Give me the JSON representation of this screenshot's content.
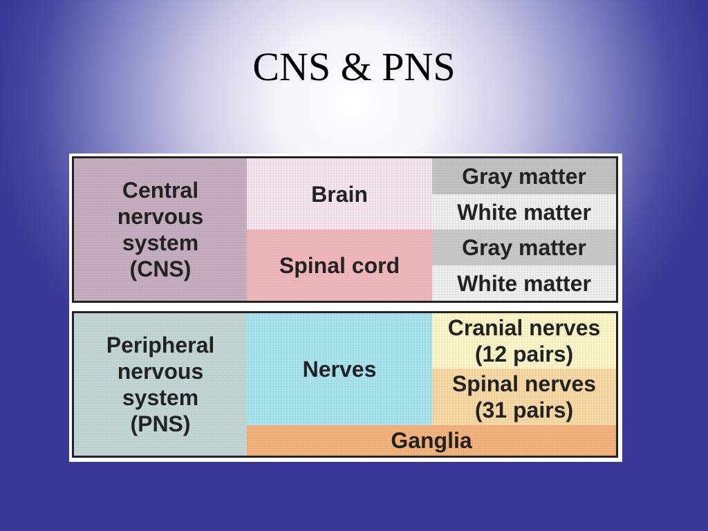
{
  "slide": {
    "title": "CNS & PNS"
  },
  "diagram": {
    "cns": {
      "system_label": "Central\nnervous\nsystem\n(CNS)",
      "brain": "Brain",
      "spinal_cord": "Spinal cord",
      "brain_gray": "Gray matter",
      "brain_white": "White matter",
      "cord_gray": "Gray matter",
      "cord_white": "White matter"
    },
    "pns": {
      "system_label": "Peripheral\nnervous\nsystem\n(PNS)",
      "nerves": "Nerves",
      "cranial": "Cranial nerves\n(12 pairs)",
      "spinal": "Spinal nerves\n(31 pairs)",
      "ganglia": "Ganglia"
    }
  },
  "colors": {
    "background": "#3a3a96",
    "cns_system": "#c6aec1",
    "brain": "#f6e3f0",
    "spinal_cord": "#f1b8bc",
    "gray_matter": "#c3c3c3",
    "white_matter": "#eeeeee",
    "pns_system": "#c3d6d6",
    "nerves": "#a8e3ee",
    "cranial_nerves": "#fbf5c8",
    "spinal_nerves": "#f8d9a6",
    "ganglia": "#f4b27d"
  }
}
